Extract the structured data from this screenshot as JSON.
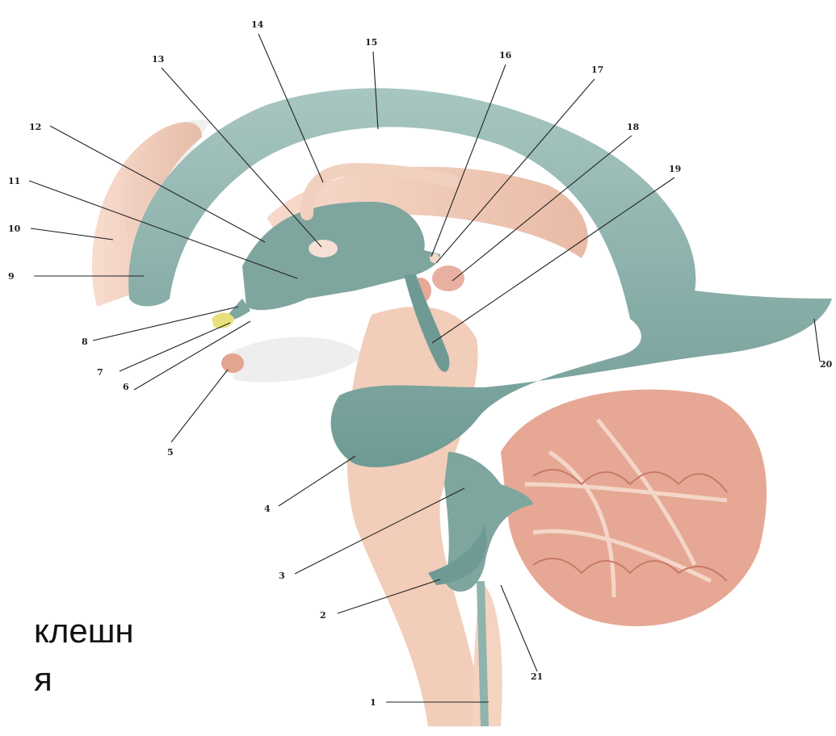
{
  "labels": [
    "1",
    "2",
    "3",
    "4",
    "5",
    "6",
    "7",
    "8",
    "9",
    "10",
    "11",
    "12",
    "13",
    "14",
    "15",
    "16",
    "17",
    "18",
    "19",
    "20",
    "21"
  ],
  "caption": {
    "line1": "клешн",
    "line2": "я"
  },
  "colors": {
    "ventricle": "#7fa59f",
    "ventricle_light": "#a9c6c1",
    "tissue": "#f0c8b4",
    "tissue_dark": "#d9a08a",
    "ghost": "#ececec",
    "yellow": "#e8e07a"
  }
}
